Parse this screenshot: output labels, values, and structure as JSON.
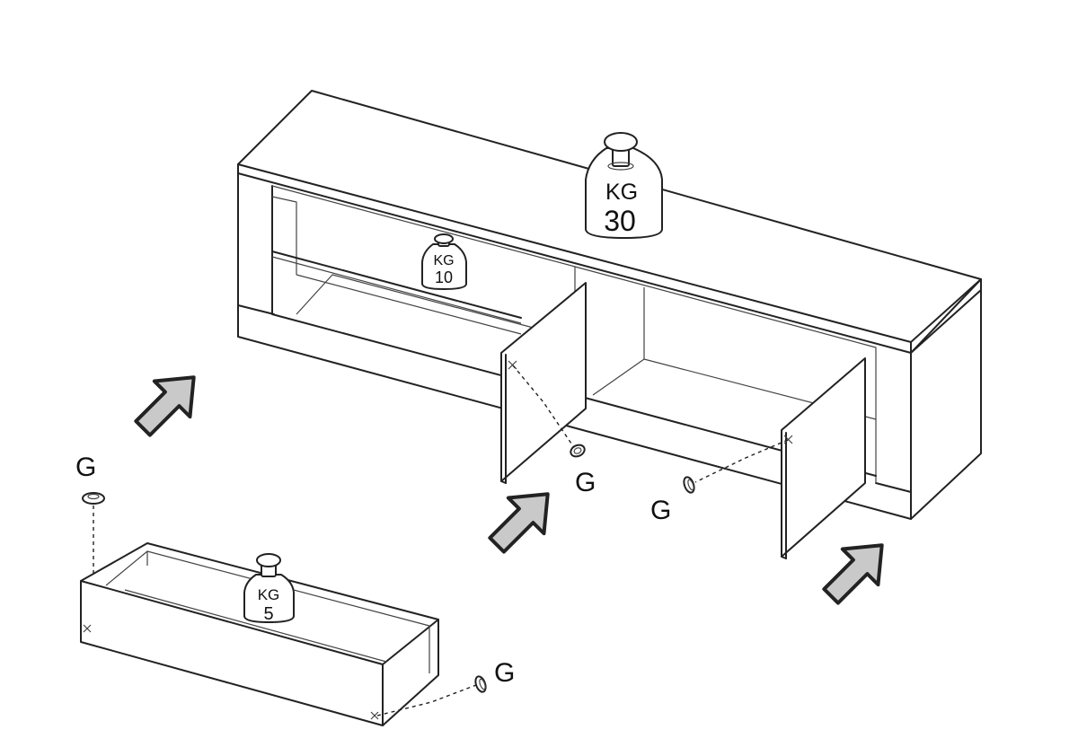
{
  "hardware_label": "G",
  "weights": {
    "top": {
      "unit": "KG",
      "value": "30"
    },
    "shelf": {
      "unit": "KG",
      "value": "10"
    },
    "drawer": {
      "unit": "KG",
      "value": "5"
    }
  },
  "colors": {
    "line": "#222222",
    "arrow_fill": "#c9c9c9",
    "background": "#ffffff"
  },
  "icons": [
    "push-arrow-icon",
    "knob-g-icon",
    "weight-icon",
    "screw-mark-icon"
  ]
}
